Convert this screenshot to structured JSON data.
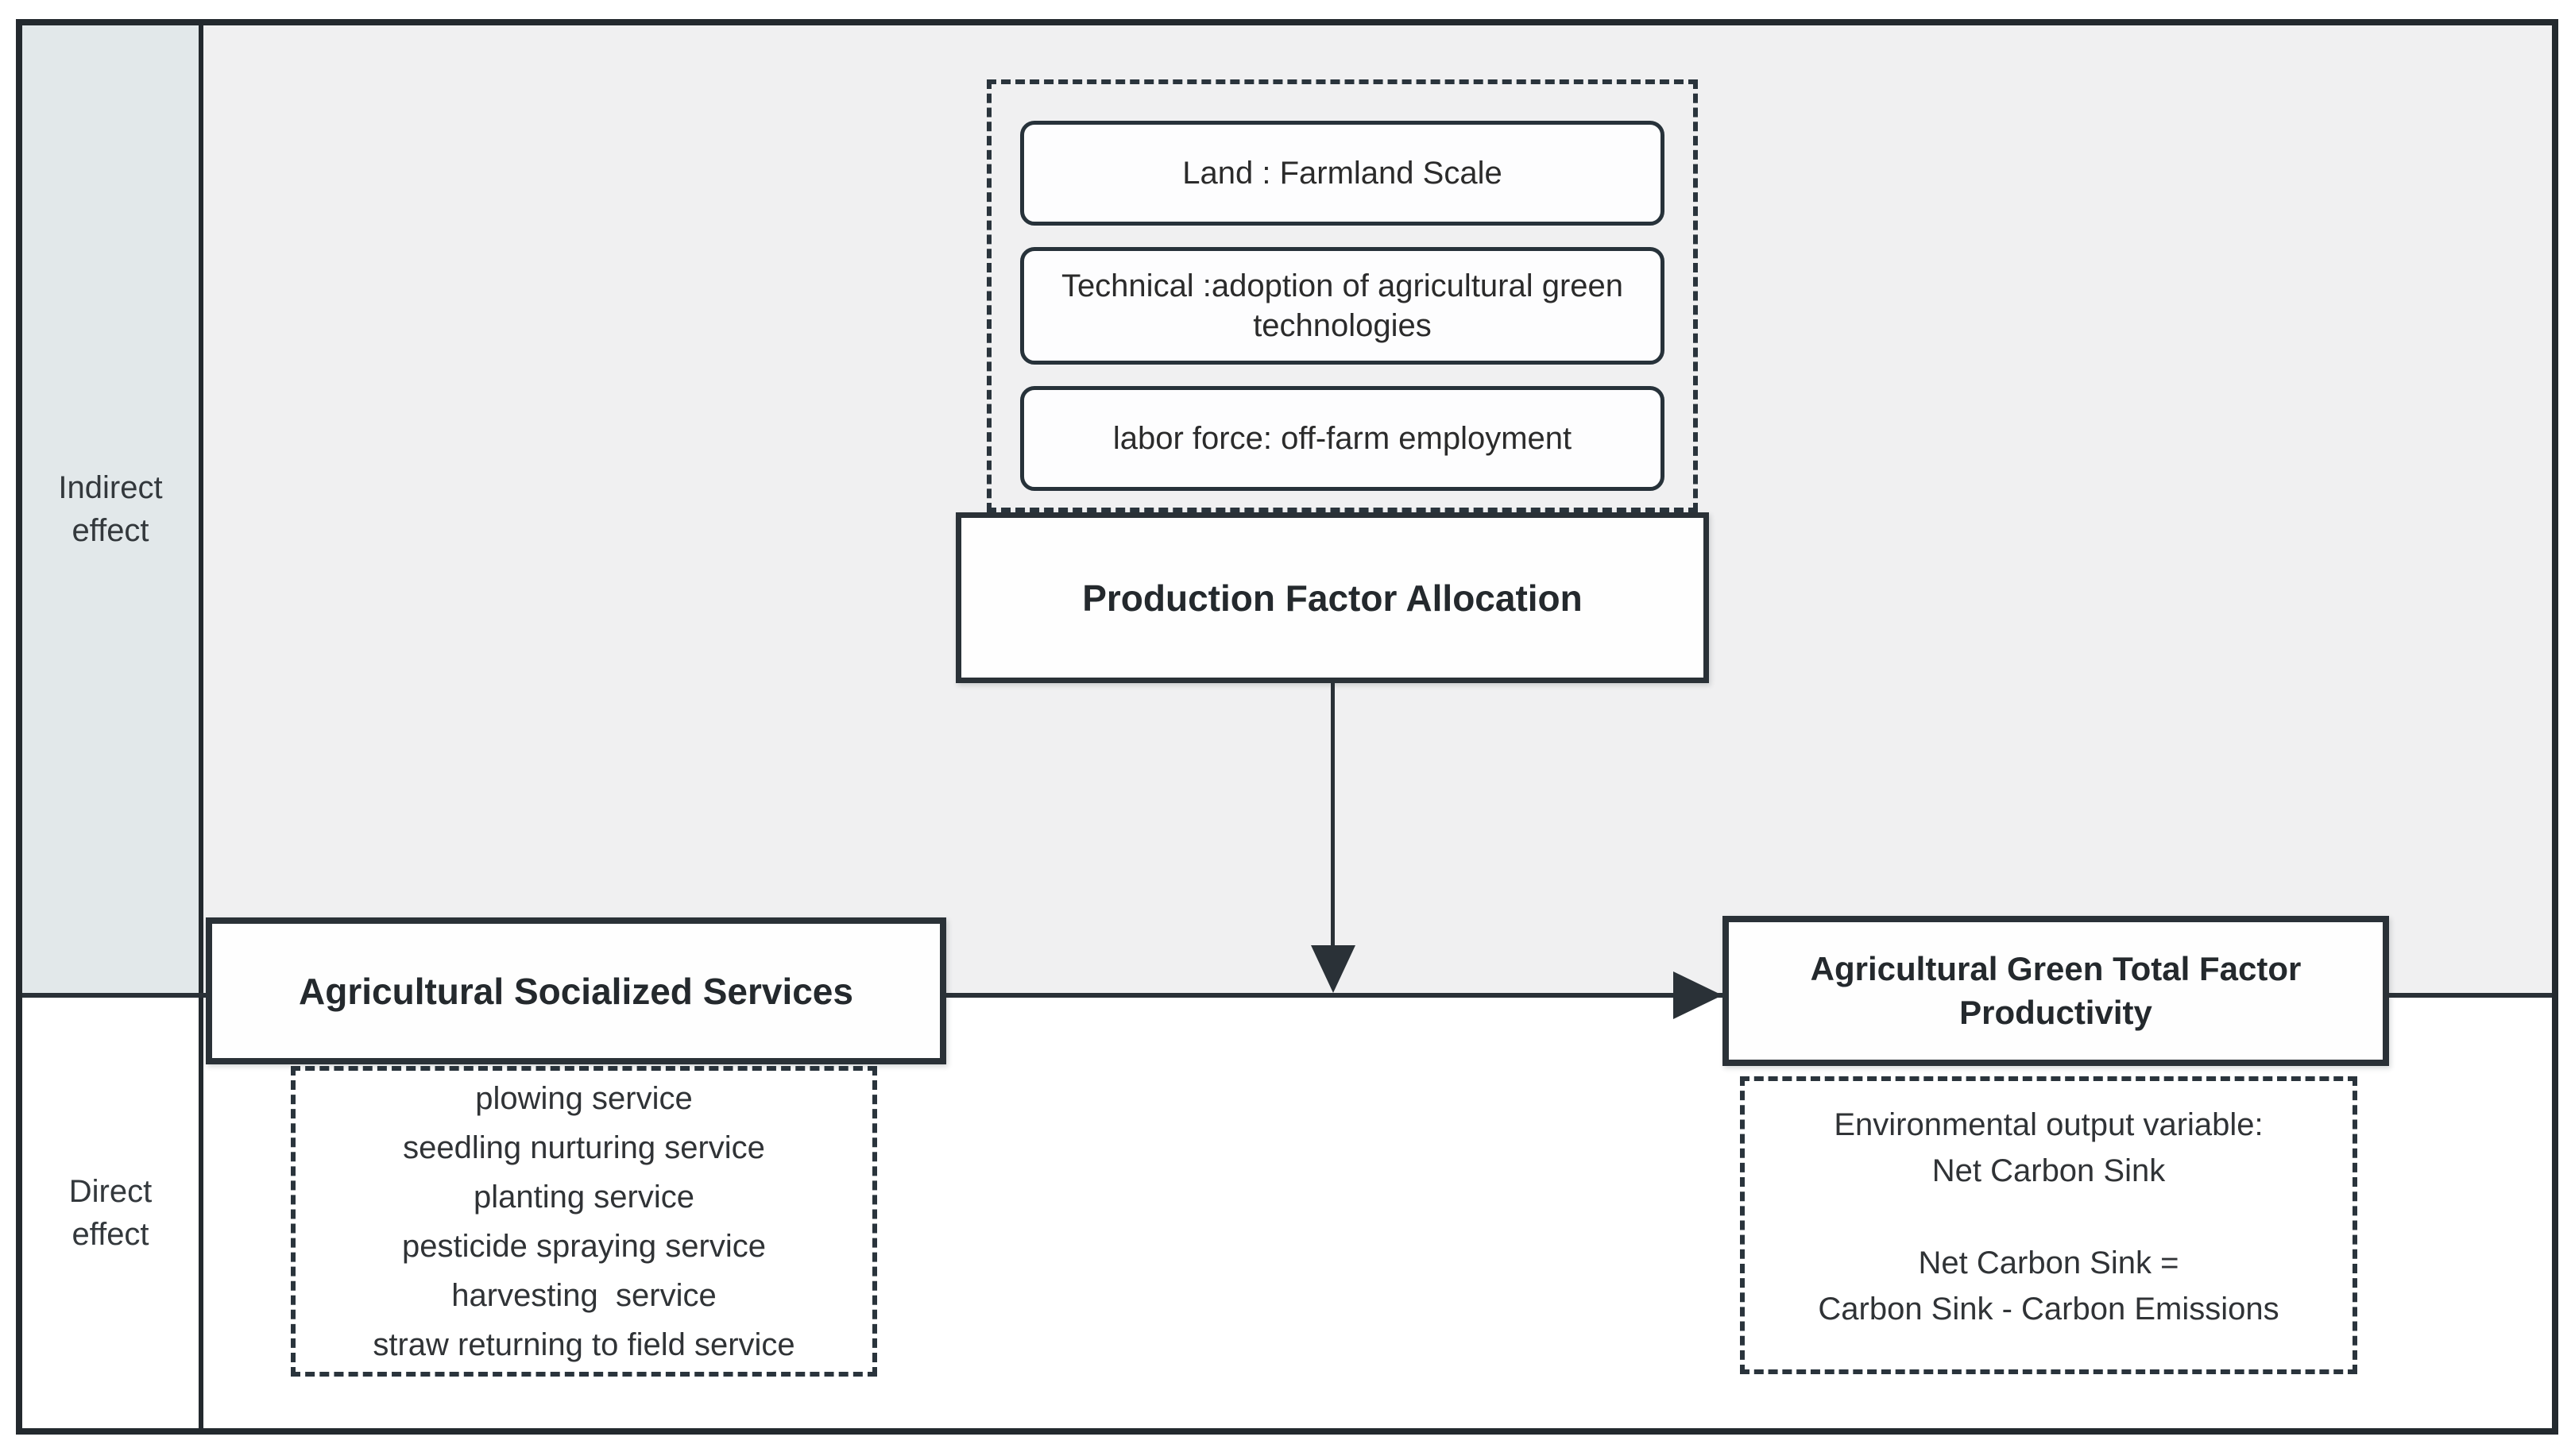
{
  "colors": {
    "frame_border": "#23292e",
    "indirect_region_background": "#f0f0f1",
    "indirect_leftcol_background": "#e2e8ea",
    "box_background": "#fefefe",
    "text": "#2b2b2b"
  },
  "row_labels": {
    "indirect": {
      "line1": "Indirect",
      "line2": "effect"
    },
    "direct": {
      "line1": "Direct",
      "line2": "effect"
    }
  },
  "factor_inputs": [
    "Land : Farmland Scale",
    "Technical :adoption of agricultural green technologies",
    "labor force: off-farm employment"
  ],
  "boxes": {
    "production_factor_allocation": "Production Factor Allocation",
    "agricultural_socialized_services": "Agricultural Socialized Services",
    "agricultural_green_tfp": "Agricultural Green Total Factor Productivity"
  },
  "services": [
    "plowing service",
    "seedling nurturing service",
    "planting service",
    "pesticide spraying service",
    "harvesting  service",
    "straw returning to field service"
  ],
  "environmental_output": [
    "Environmental output variable:",
    "Net Carbon Sink",
    "",
    "Net Carbon Sink =",
    "Carbon Sink - Carbon Emissions"
  ]
}
